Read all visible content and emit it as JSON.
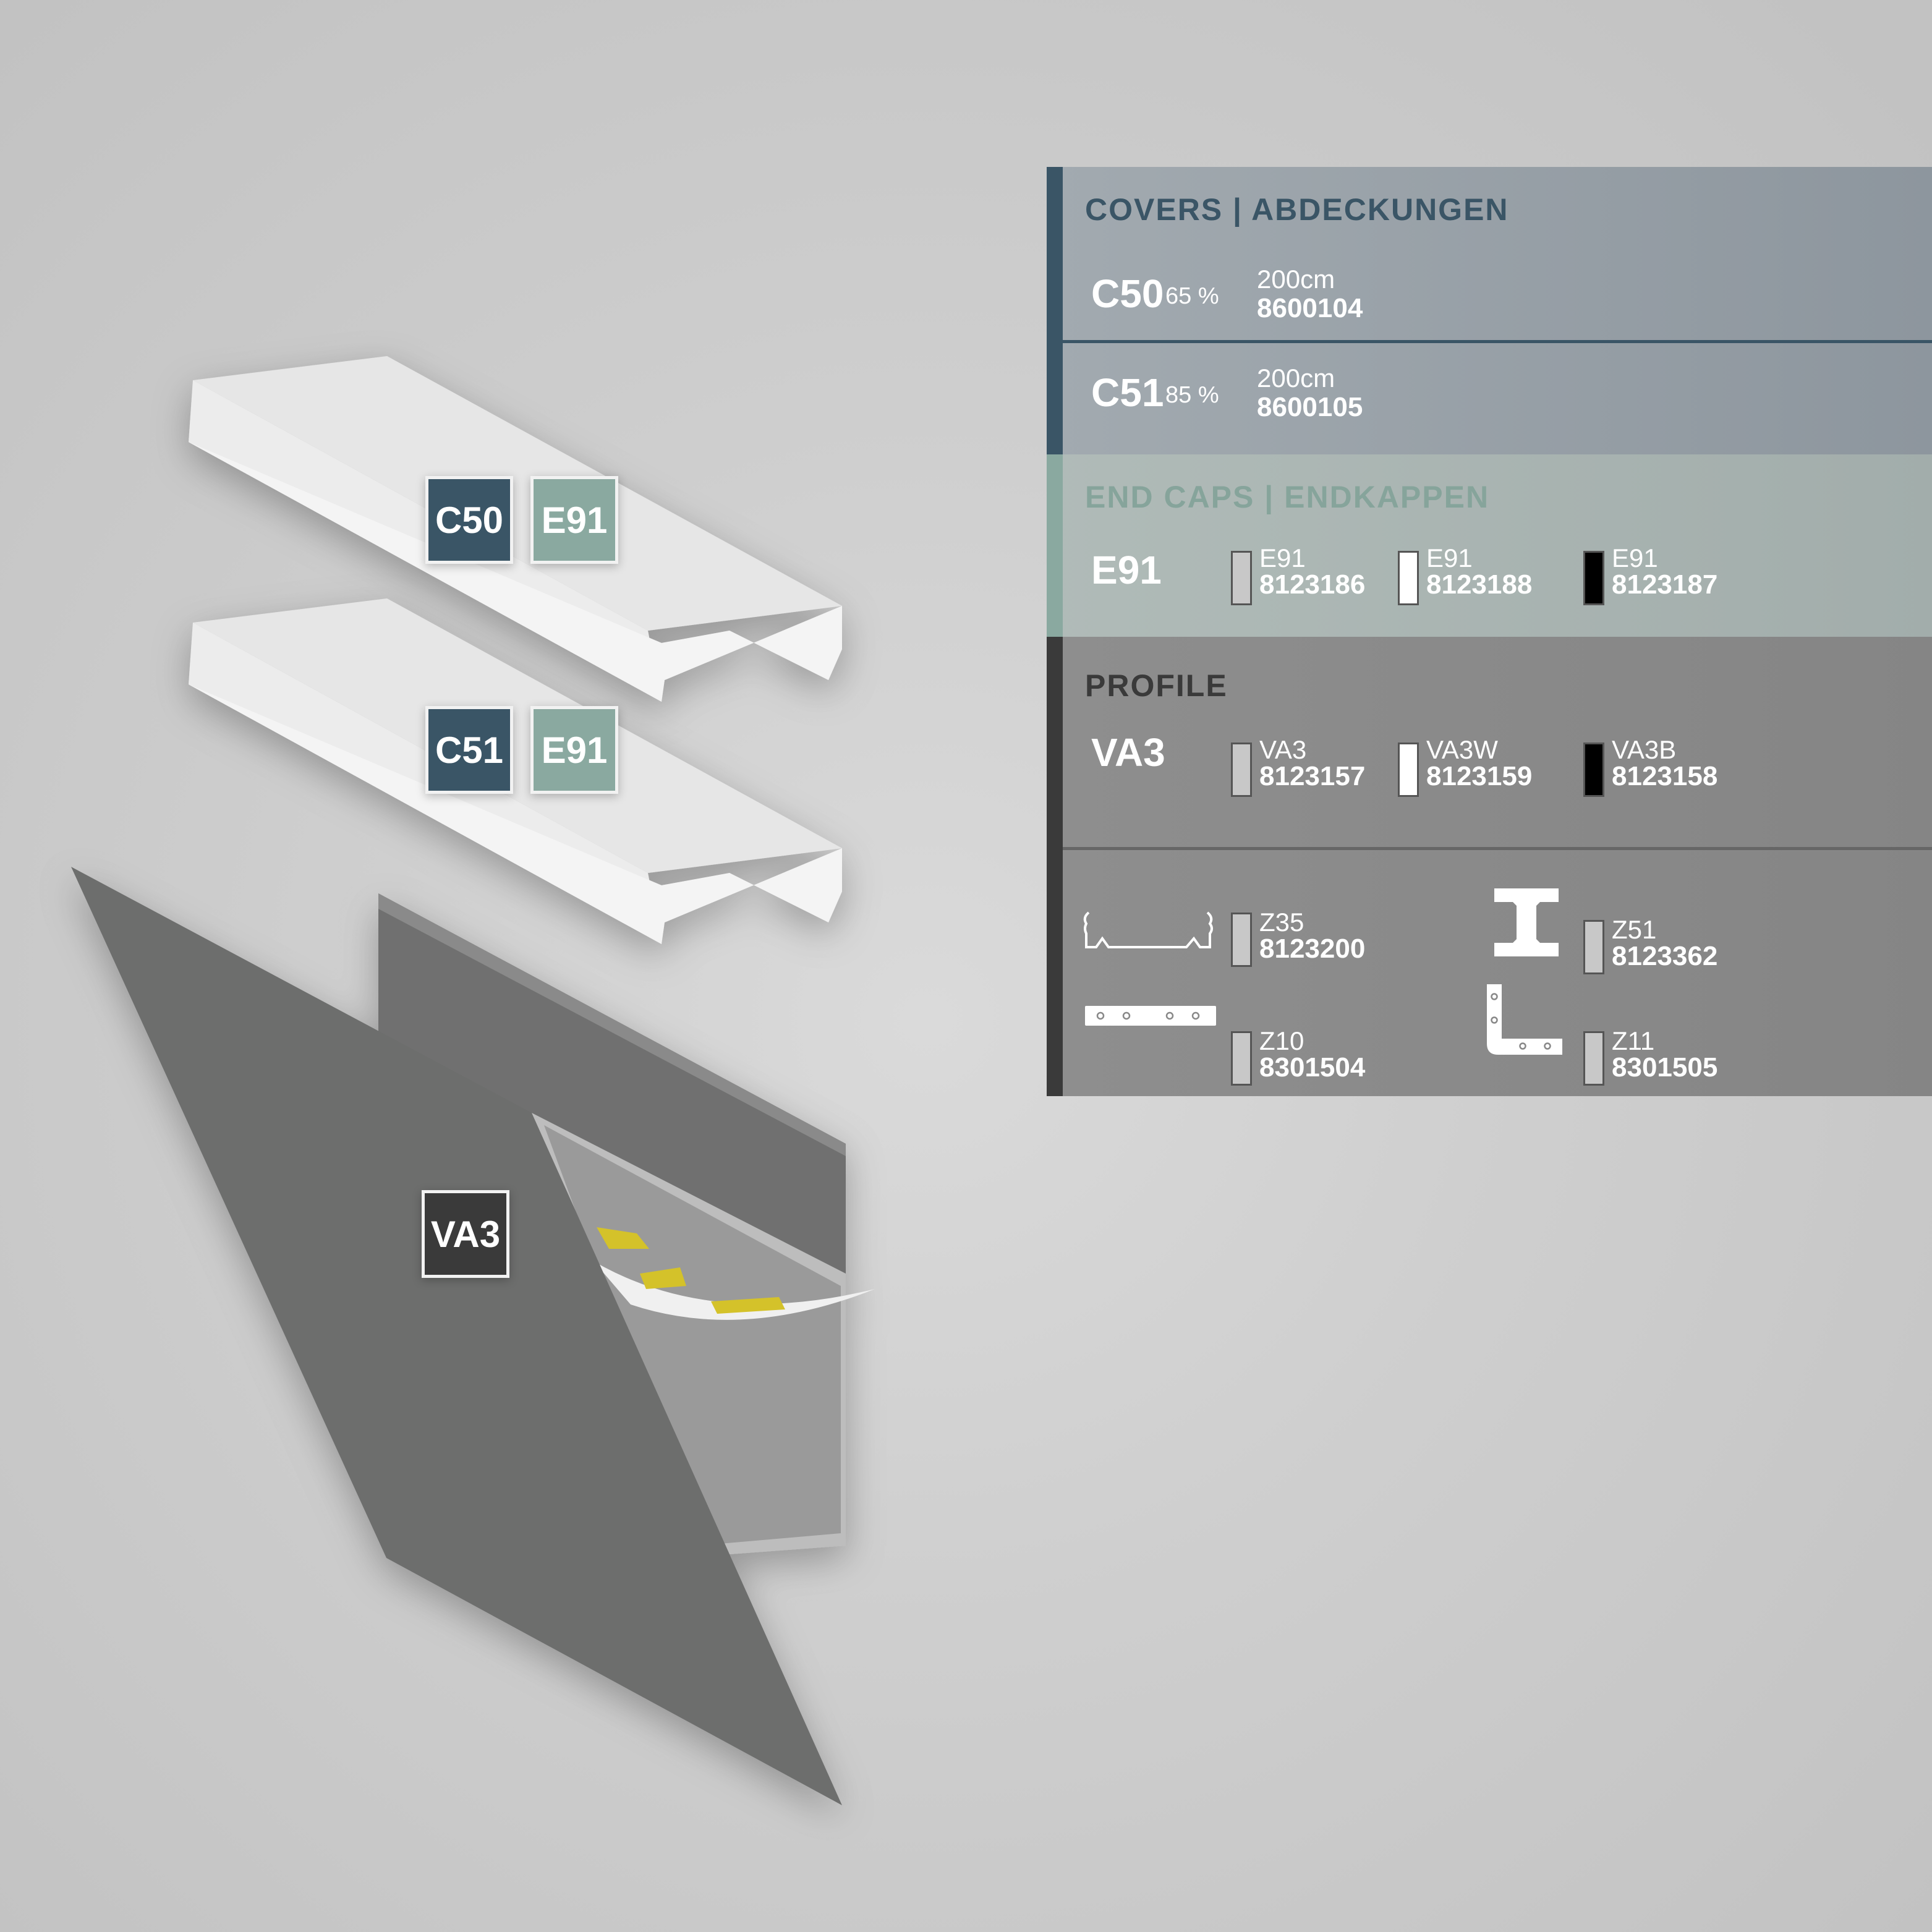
{
  "labels": {
    "cover1": [
      "C50",
      "E91"
    ],
    "cover2": [
      "C51",
      "E91"
    ],
    "profile": "VA3"
  },
  "covers": {
    "heading": "COVERS | ABDECKUNGEN",
    "items": [
      {
        "name": "C50",
        "percent": "65 %",
        "length": "200cm",
        "code": "8600104"
      },
      {
        "name": "C51",
        "percent": "85 %",
        "length": "200cm",
        "code": "8600105"
      }
    ]
  },
  "endcaps": {
    "heading": "END CAPS | ENDKAPPEN",
    "name": "E91",
    "variants": [
      {
        "label": "E91",
        "code": "8123186",
        "color": "#c8c8c8"
      },
      {
        "label": "E91",
        "code": "8123188",
        "color": "#ffffff"
      },
      {
        "label": "E91",
        "code": "8123187",
        "color": "#000000"
      }
    ]
  },
  "profile": {
    "heading": "PROFILE",
    "name": "VA3",
    "variants": [
      {
        "label": "VA3",
        "code": "8123157",
        "color": "#c8c8c8"
      },
      {
        "label": "VA3W",
        "code": "8123159",
        "color": "#ffffff"
      },
      {
        "label": "VA3B",
        "code": "8123158",
        "color": "#000000"
      }
    ]
  },
  "accessories": [
    {
      "label": "Z35",
      "code": "8123200",
      "icon": "clip-icon"
    },
    {
      "label": "Z51",
      "code": "8123362",
      "icon": "i-connector-icon"
    },
    {
      "label": "Z10",
      "code": "8301504",
      "icon": "straight-connector-icon"
    },
    {
      "label": "Z11",
      "code": "8301505",
      "icon": "l-connector-icon"
    }
  ]
}
